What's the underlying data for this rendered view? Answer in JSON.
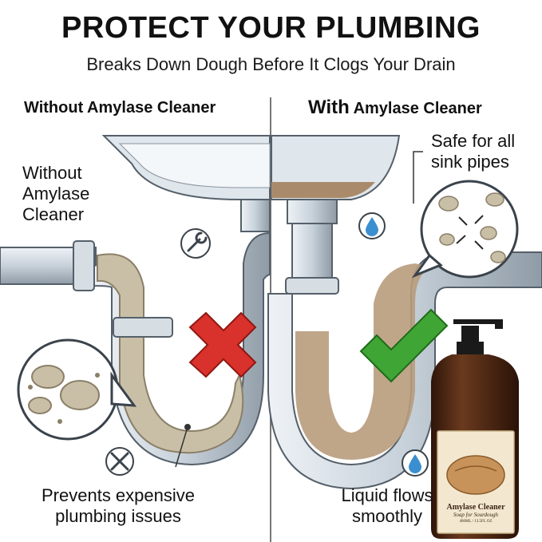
{
  "header": {
    "title": "PROTECT YOUR PLUMBING",
    "subtitle": "Breaks Down Dough Before It Clogs Your Drain"
  },
  "panels": {
    "left": {
      "heading": "Without Amylase Cleaner",
      "side_label_lines": [
        "Without",
        "Amylase",
        "Cleaner"
      ],
      "bottom_caption_lines": [
        "Prevents expensive",
        "plumbing issues"
      ]
    },
    "right": {
      "heading_bold": "With",
      "heading_rest": " Amylase Cleaner",
      "side_label_lines": [
        "Safe for all",
        "sink pipes"
      ],
      "bottom_caption_lines": [
        "Liquid flows",
        "smoothly"
      ]
    }
  },
  "product": {
    "name": "Amylase Cleaner",
    "tagline": "Soap for Sourdough",
    "volume": "400ML / 13.5FL OZ"
  },
  "icons": {
    "cross": "red-x-icon",
    "check": "green-check-icon",
    "wrench": "wrench-icon",
    "tools": "crossed-tools-icon",
    "drop": "water-drop-icon"
  },
  "colors": {
    "cross": "#d9312b",
    "check": "#3fa535",
    "pipe": "#c9d3dc",
    "clog": "#c7bda6",
    "water": "#b89c7c",
    "bottle": "#4a2615"
  }
}
